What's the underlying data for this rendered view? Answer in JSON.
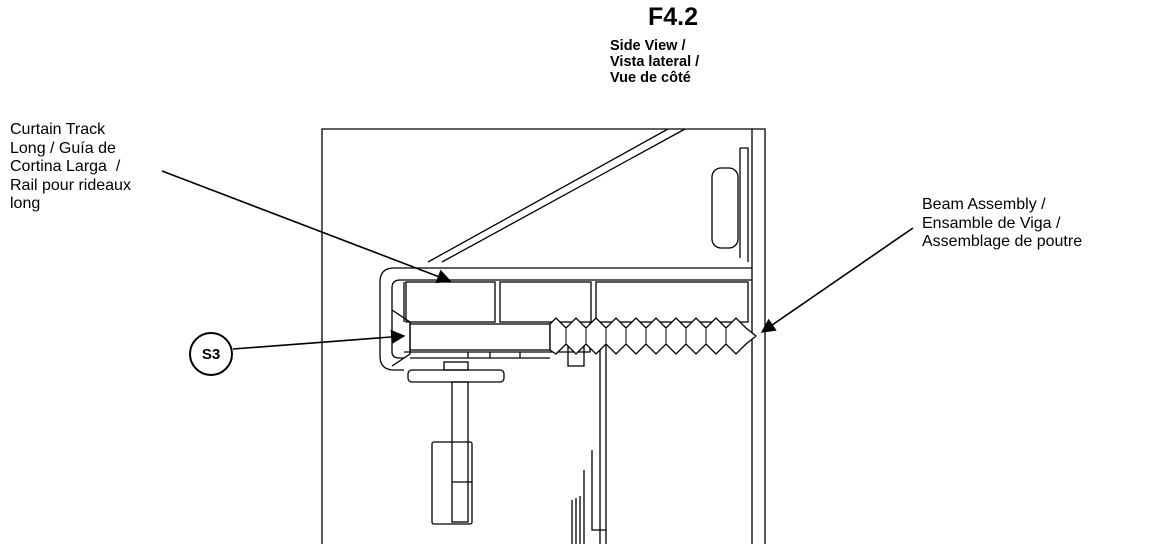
{
  "figure": {
    "id": "F4.2",
    "view_title_lines": [
      "Side View /",
      "Vista lateral /",
      "Vue de côté"
    ]
  },
  "callouts": {
    "curtain_track": {
      "lines": [
        "Curtain Track",
        "Long / Guía de",
        "Cortina Larga  /",
        "Rail pour rideaux",
        "long"
      ]
    },
    "beam_assembly": {
      "lines": [
        "Beam Assembly /",
        "Ensamble de Viga /",
        "Assemblage de poutre"
      ]
    },
    "part_tag": "S3"
  },
  "colors": {
    "line": "#000000",
    "background": "#ffffff"
  }
}
